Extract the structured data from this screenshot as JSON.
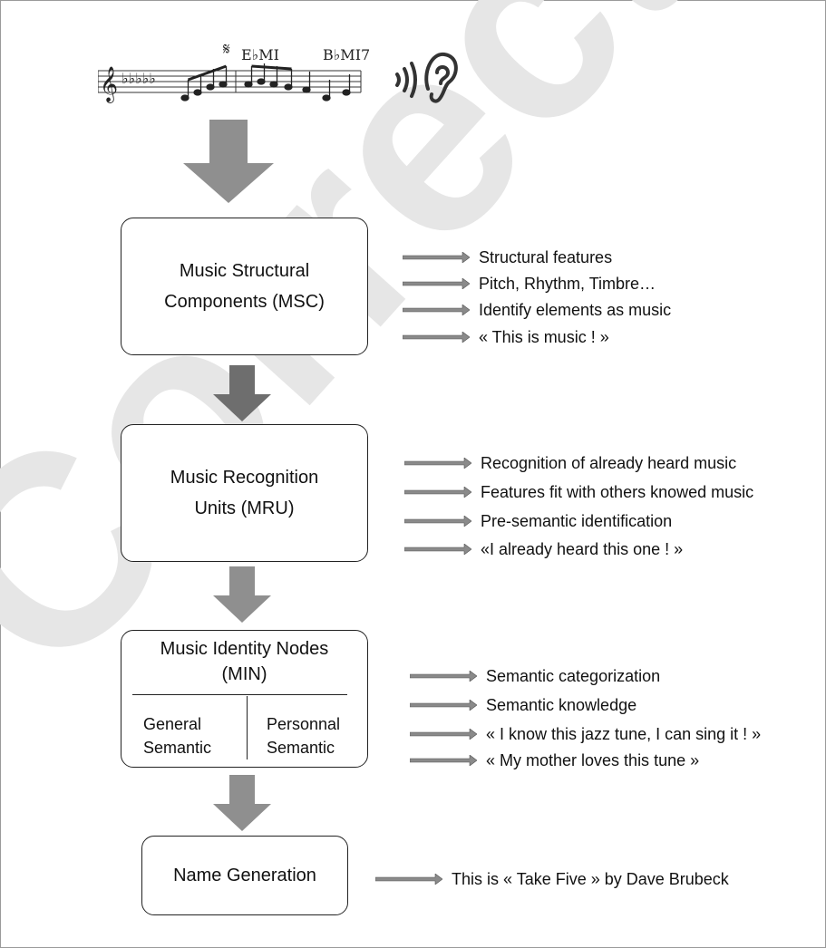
{
  "colors": {
    "big_arrow": "#8f8f8f",
    "big_arrow_dark": "#6e6e6e",
    "side_arrow": "#8a8a8a",
    "watermark": "#e6e6e6"
  },
  "watermark_text": "Corrected Proof",
  "score": {
    "segno": "𝄋",
    "chord1": "E♭MI",
    "chord2": "B♭MI7"
  },
  "boxes": {
    "msc": "Music Structural\nComponents (MSC)",
    "mru": "Music Recognition\nUnits (MRU)",
    "min": {
      "title": "Music Identity Nodes\n(MIN)",
      "left": "General\nSemantic",
      "right": "Personnal\nSemantic"
    },
    "name": "Name Generation"
  },
  "msc_notes": [
    "Structural features",
    "Pitch, Rhythm, Timbre…",
    "Identify elements as music",
    "« This is music ! »"
  ],
  "mru_notes": [
    "Recognition of already heard  music",
    "Features fit with others knowed music",
    "Pre-semantic identification",
    "«I already heard this one ! »"
  ],
  "min_notes": [
    "Semantic categorization",
    "Semantic knowledge",
    "« I know this jazz tune, I can sing it ! »",
    "« My mother loves this tune »"
  ],
  "name_notes": [
    "This is « Take Five » by Dave Brubeck"
  ]
}
